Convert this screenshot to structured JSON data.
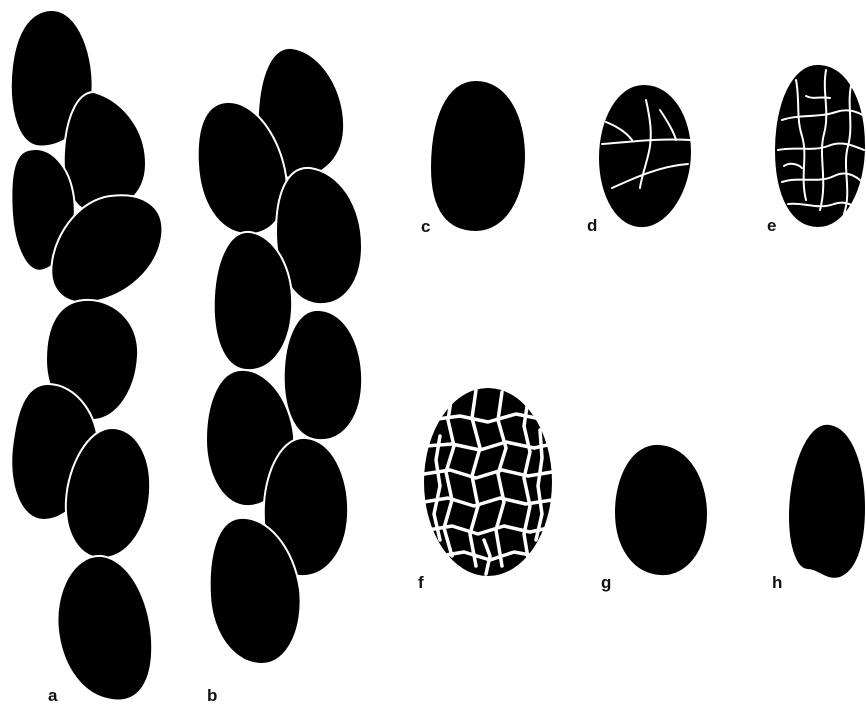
{
  "figure": {
    "panels": [
      {
        "id": "a",
        "label": "a"
      },
      {
        "id": "b",
        "label": "b"
      },
      {
        "id": "c",
        "label": "c"
      },
      {
        "id": "d",
        "label": "d"
      },
      {
        "id": "e",
        "label": "e"
      },
      {
        "id": "f",
        "label": "f"
      },
      {
        "id": "g",
        "label": "g"
      },
      {
        "id": "h",
        "label": "h"
      }
    ],
    "colors": {
      "shape": "#000000",
      "background": "#ffffff",
      "crack": "#ffffff"
    }
  }
}
